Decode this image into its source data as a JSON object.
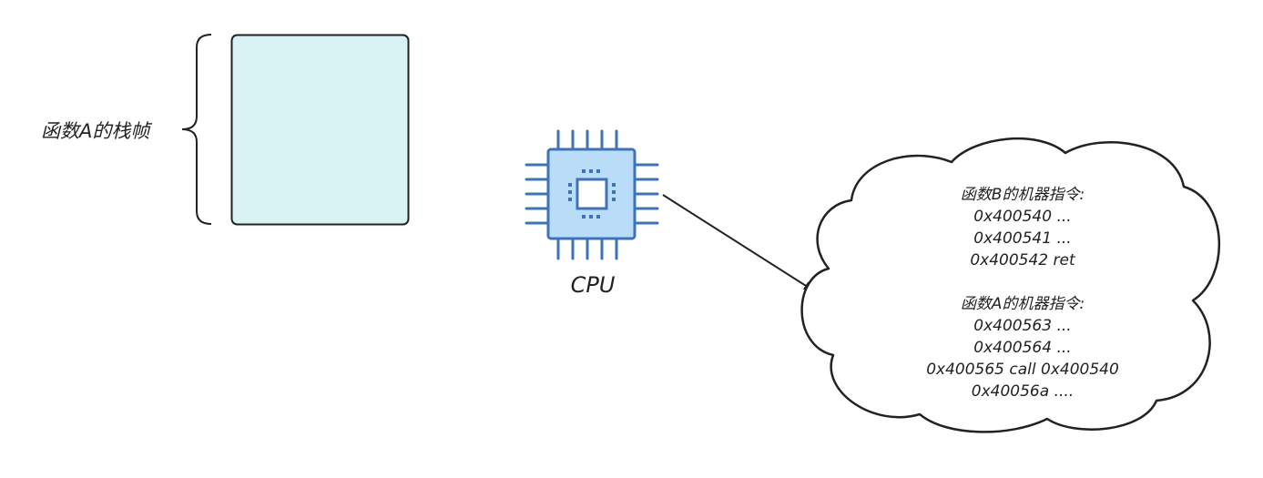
{
  "stack_frame": {
    "label": "函数A的栈帧"
  },
  "cpu": {
    "icon": "cpu-chip-icon",
    "label": "CPU"
  },
  "instructions_cloud": {
    "lines": [
      "函数B的机器指令:",
      "0x400540 ...",
      "0x400541 ...",
      "0x400542 ret",
      "",
      "函数A的机器指令:",
      "0x400563 ...",
      "0x400564 ...",
      "0x400565 call 0x400540",
      "0x40056a ...."
    ]
  },
  "colors": {
    "frame_fill": "#d9f2f4",
    "stroke": "#222222",
    "cpu_fill": "#b9dcf9",
    "cpu_stroke": "#3f73b8",
    "cpu_inner_fill": "#ffffff"
  }
}
